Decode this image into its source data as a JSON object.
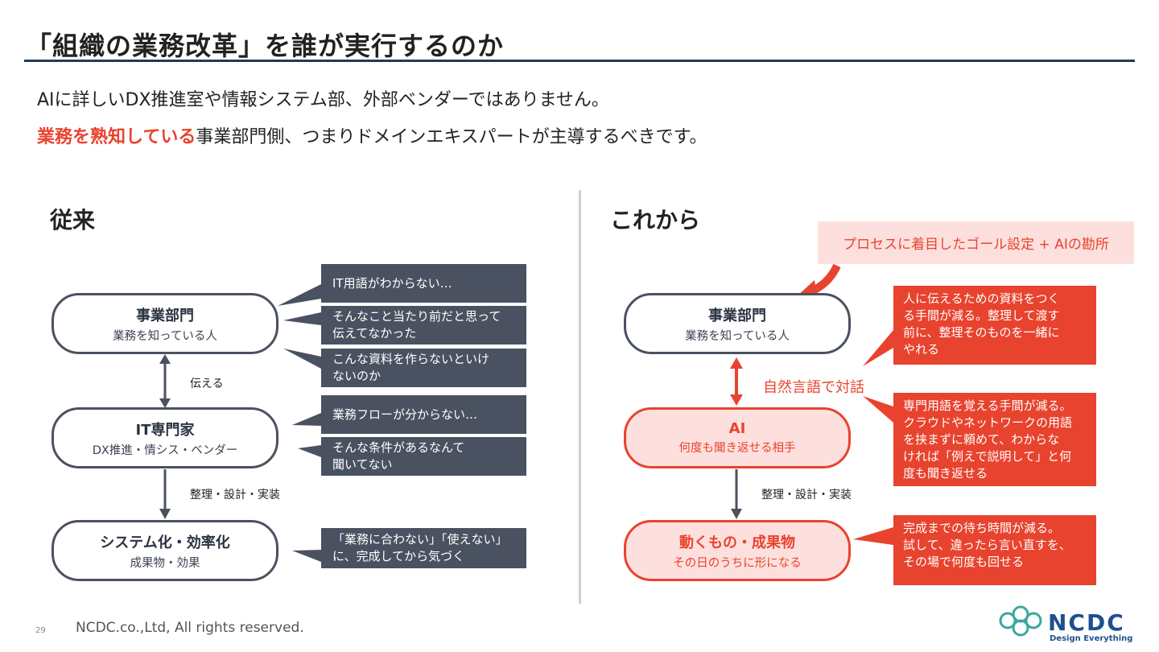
{
  "title": "「組織の業務改革」を誰が実行するのか",
  "lead": {
    "line1": "AIに詳しいDX推進室や情報システム部、外部ベンダーではありません。",
    "line2_highlight": "業務を熟知している",
    "line2_rest": "事業部門側、つまりドメインエキスパートが主導するべきです。"
  },
  "left": {
    "heading": "従来",
    "nodes": [
      {
        "title": "事業部門",
        "sub": "業務を知っている人"
      },
      {
        "title": "IT専門家",
        "sub": "DX推進・情シス・ベンダー"
      },
      {
        "title": "システム化・効率化",
        "sub": "成果物・効果"
      }
    ],
    "arrow1_label": "伝える",
    "arrow2_label": "整理・設計・実装",
    "bubbles": [
      "IT用語がわからない…",
      "そんなこと当たり前だと思って\n伝えてなかった",
      "こんな資料を作らないといけ\nないのか",
      "業務フローが分からない…",
      "そんな条件があるなんて\n聞いてない",
      "「業務に合わない」「使えない」\nに、完成してから気づく"
    ]
  },
  "right": {
    "heading": "これから",
    "note": "プロセスに着目したゴール設定 + AIの勘所",
    "nodes": [
      {
        "title": "事業部門",
        "sub": "業務を知っている人"
      },
      {
        "title": "AI",
        "sub": "何度も聞き返せる相手"
      },
      {
        "title": "動くもの・成果物",
        "sub": "その日のうちに形になる"
      }
    ],
    "arrow1_label": "自然言語で対話",
    "arrow2_label": "整理・設計・実装",
    "bubbles": [
      "人に伝えるための資料をつく\nる手間が減る。整理して渡す\n前に、整理そのものを一緒に\nやれる",
      "専門用語を覚える手間が減る。\nクラウドやネットワークの用語\nを挟まずに頼めて、わからな\nければ「例えで説明して」と何\n度も聞き返せる",
      "完成までの待ち時間が減る。\n試して、違ったら言い直すを、\nその場で何度も回せる"
    ]
  },
  "footer": {
    "page": "29",
    "copyright": "NCDC.co.,Ltd, All rights reserved."
  },
  "logo": {
    "word": "NCDC",
    "tagline": "Design Everything"
  },
  "colors": {
    "accent_red": "#e8432e",
    "dark_slate": "#4a5261",
    "pink_fill": "#fde0dd",
    "title_rule": "#1f3b57",
    "logo_blue": "#1f4f8f",
    "logo_teal": "#3aa8a0"
  },
  "icons": [
    "ncdc-logo-icon",
    "arrow-down-icon",
    "double-arrow-icon",
    "curved-arrow-icon"
  ]
}
